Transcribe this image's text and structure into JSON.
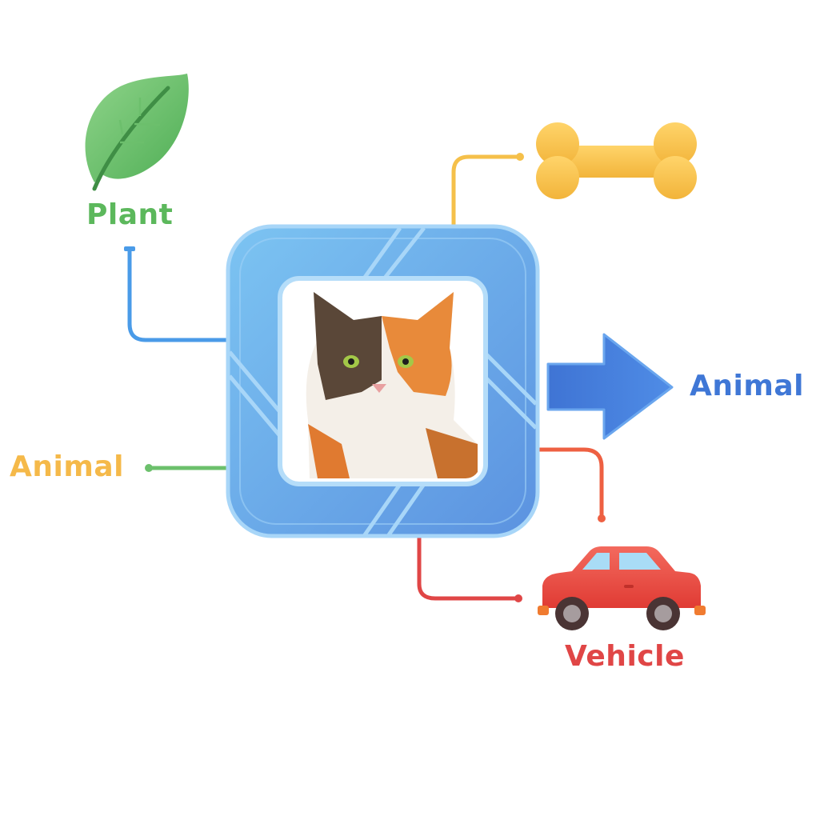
{
  "diagram": {
    "center": {
      "name": "classifier-hub",
      "image_subject": "calico cat photo",
      "frame_color": "#6aaee8"
    },
    "nodes": [
      {
        "id": "plant",
        "label": "Plant",
        "icon": "leaf-icon",
        "color": "#5cb85c",
        "connector_color": "#4a9be8"
      },
      {
        "id": "bone",
        "label": "",
        "icon": "bone-icon",
        "color": "#f5c04a",
        "connector_color": "#f5c04a"
      },
      {
        "id": "animal-output",
        "label": "Animal",
        "icon": "arrow-right-icon",
        "color": "#3f77d6"
      },
      {
        "id": "animal-left",
        "label": "Animal",
        "icon": "",
        "color": "#f5b949",
        "connector_color": "#6cc06c"
      },
      {
        "id": "vehicle",
        "label": "Vehicle",
        "icon": "car-icon",
        "color": "#e04646",
        "connector_color": "#e84c3d"
      }
    ]
  }
}
